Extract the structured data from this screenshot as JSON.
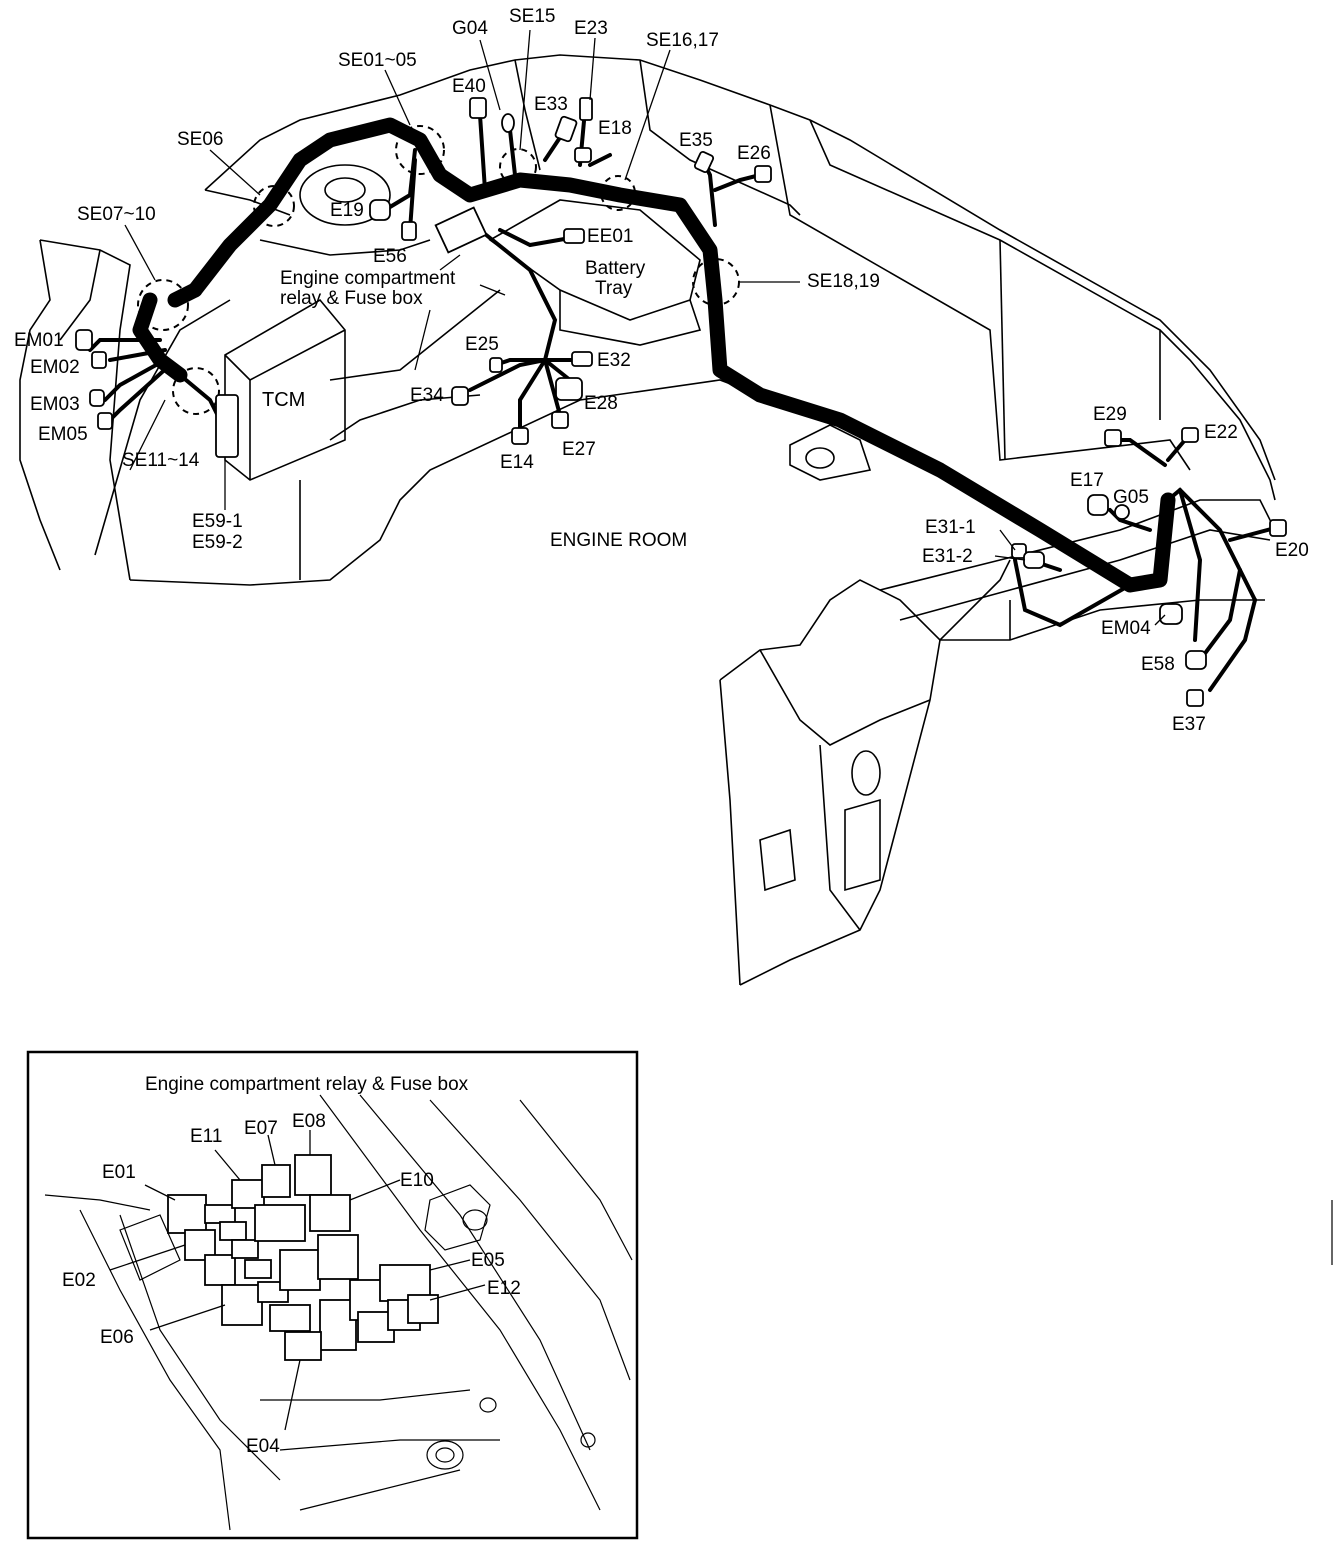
{
  "labels": {
    "g04": "G04",
    "se15": "SE15",
    "e23": "E23",
    "se16_17": "SE16,17",
    "se01_05": "SE01~05",
    "e40": "E40",
    "e33": "E33",
    "e18": "E18",
    "e35": "E35",
    "e26": "E26",
    "se06": "SE06",
    "e19": "E19",
    "se07_10": "SE07~10",
    "e56": "E56",
    "ee01": "EE01",
    "fusebox_line1": "Engine compartment",
    "fusebox_line2": "relay & Fuse box",
    "battery_line1": "Battery",
    "battery_line2": "Tray",
    "se18_19": "SE18,19",
    "em01": "EM01",
    "em02": "EM02",
    "em03": "EM03",
    "em05": "EM05",
    "tcm": "TCM",
    "e25": "E25",
    "e32": "E32",
    "e34": "E34",
    "e28": "E28",
    "se11_14": "SE11~14",
    "e14": "E14",
    "e27": "E27",
    "e59_1": "E59-1",
    "e59_2": "E59-2",
    "engine_room": "ENGINE ROOM",
    "e29": "E29",
    "e22": "E22",
    "e17": "E17",
    "g05": "G05",
    "e31_1": "E31-1",
    "e31_2": "E31-2",
    "e20": "E20",
    "em04": "EM04",
    "e58": "E58",
    "e37": "E37"
  },
  "inset": {
    "title": "Engine compartment relay & Fuse box",
    "e11": "E11",
    "e07": "E07",
    "e08": "E08",
    "e01": "E01",
    "e10": "E10",
    "e02": "E02",
    "e05": "E05",
    "e12": "E12",
    "e06": "E06",
    "e04": "E04"
  }
}
